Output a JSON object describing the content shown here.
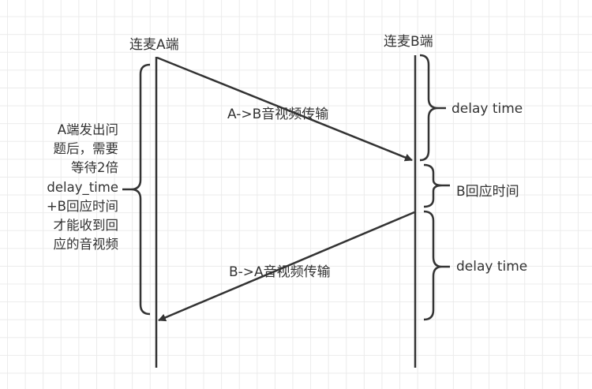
{
  "participants": {
    "a": "连麦A端",
    "b": "连麦B端"
  },
  "messages": {
    "a_to_b": "A->B音视频传输",
    "b_to_a": "B->A音视频传输"
  },
  "right_annotations": {
    "first": "delay time",
    "response": "B回应时间",
    "second": "delay time"
  },
  "left_annotation": {
    "lines": [
      "A端发出问",
      "题后，需要",
      "等待2倍",
      "delay_time",
      "+B回应时间",
      "才能收到回",
      "应的音视频"
    ]
  },
  "colors": {
    "line": "#333333",
    "grid": "#ebebeb"
  }
}
